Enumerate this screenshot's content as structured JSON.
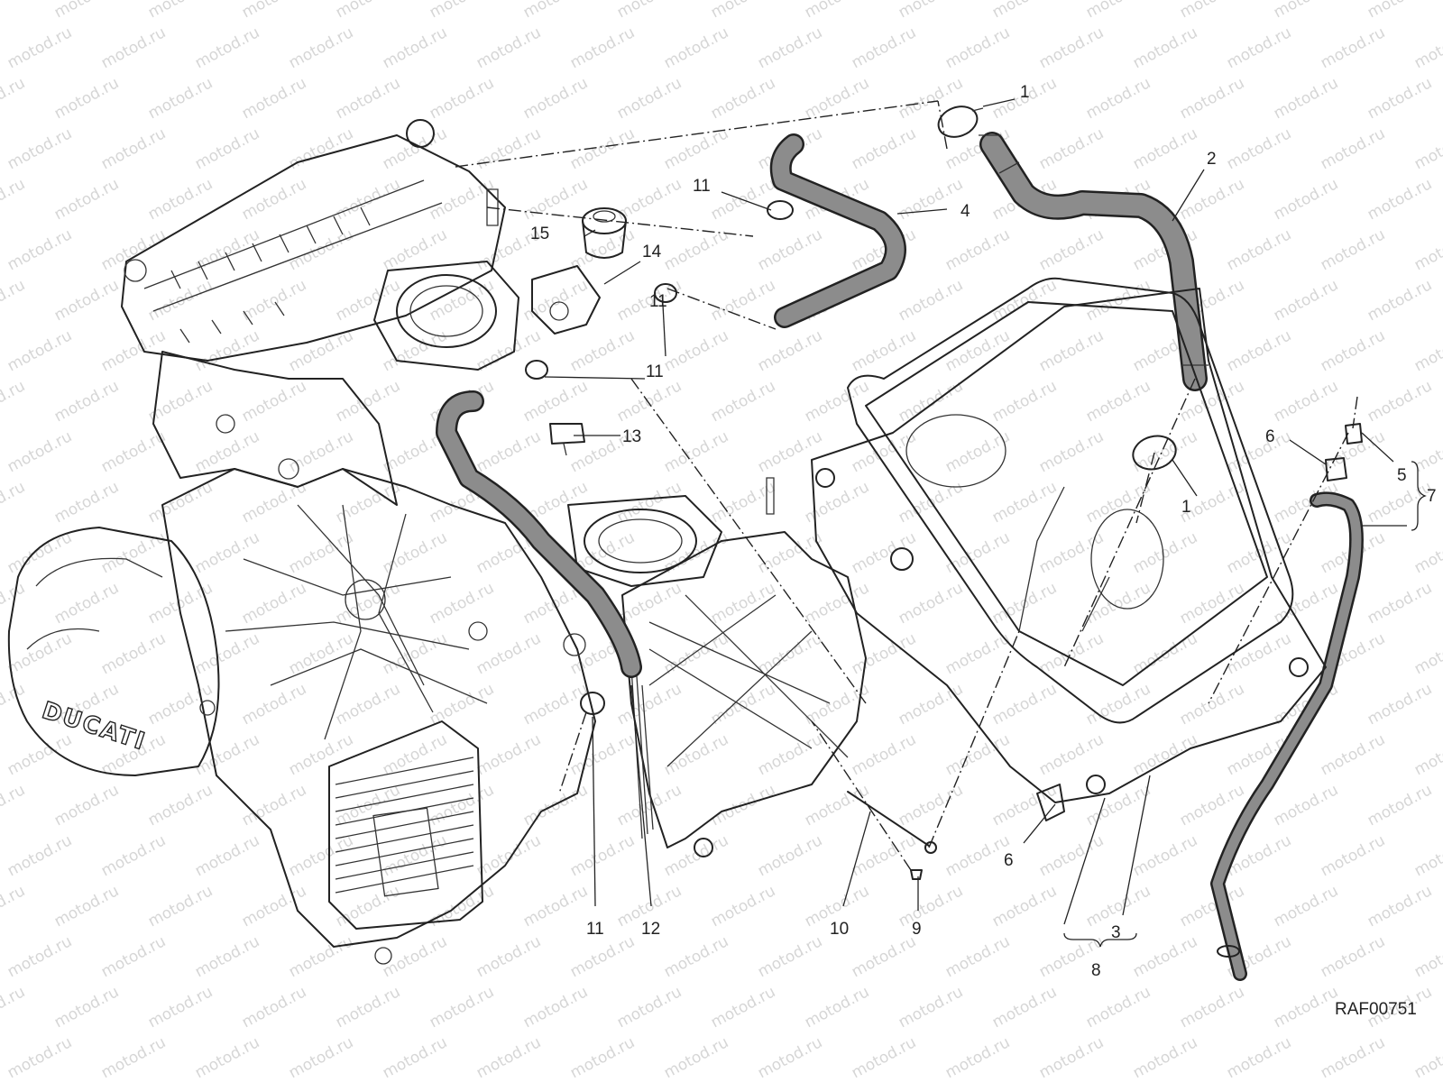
{
  "watermark": {
    "text": "motod.ru"
  },
  "drawing_code": "RAF00751",
  "brand_mark": "DUCATI",
  "callouts": [
    {
      "id": "c1a",
      "label": "1"
    },
    {
      "id": "c1b",
      "label": "1"
    },
    {
      "id": "c2",
      "label": "2"
    },
    {
      "id": "c3",
      "label": "3"
    },
    {
      "id": "c4",
      "label": "4"
    },
    {
      "id": "c5",
      "label": "5"
    },
    {
      "id": "c6a",
      "label": "6"
    },
    {
      "id": "c6b",
      "label": "6"
    },
    {
      "id": "c7",
      "label": "7"
    },
    {
      "id": "c8",
      "label": "8"
    },
    {
      "id": "c9",
      "label": "9"
    },
    {
      "id": "c10",
      "label": "10"
    },
    {
      "id": "c11a",
      "label": "11"
    },
    {
      "id": "c11b",
      "label": "11"
    },
    {
      "id": "c11c",
      "label": "11"
    },
    {
      "id": "c11d",
      "label": "11"
    },
    {
      "id": "c12",
      "label": "12"
    },
    {
      "id": "c13",
      "label": "13"
    },
    {
      "id": "c14",
      "label": "14"
    },
    {
      "id": "c15",
      "label": "15"
    }
  ],
  "colors": {
    "hose": "#8c8c8c",
    "line": "#222222",
    "watermark": "#d6d6d6"
  }
}
